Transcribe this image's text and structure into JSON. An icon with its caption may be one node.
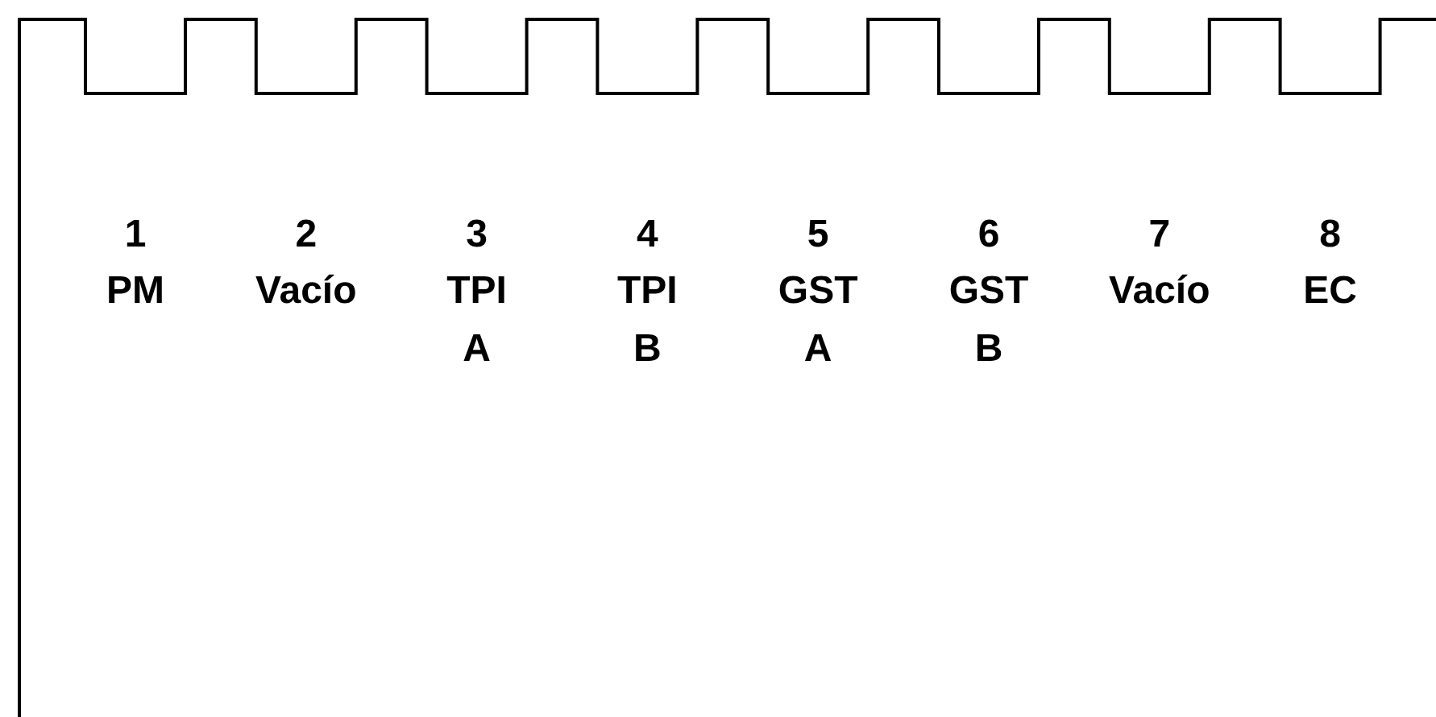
{
  "diagram": {
    "labels": [
      "1",
      "PM",
      "2",
      "Vacío",
      "3",
      "TPI A",
      "4",
      "TPI B",
      "5",
      "GST A",
      "6",
      "GST B",
      "7",
      "Vacío",
      "8",
      "EC"
    ]
  }
}
